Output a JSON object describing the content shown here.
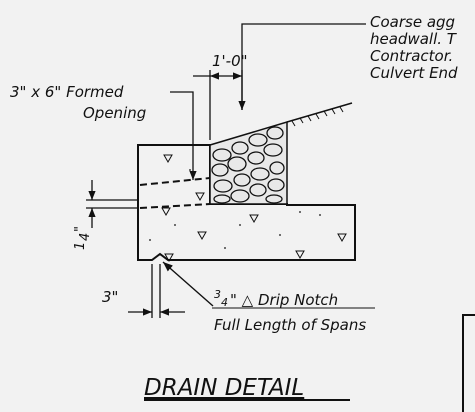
{
  "notes": {
    "coarse_aggregate_lines": [
      "Coarse agg",
      "headwall. T",
      "Contractor.",
      "Culvert End"
    ]
  },
  "labels": {
    "formed_opening_line1": "3\" x 6\" Formed",
    "formed_opening_line2": "Opening",
    "dim_top": "1'-0\"",
    "dim_vertical_num": "1",
    "dim_vertical_den": "4",
    "dim_vertical_unit": "\"",
    "dim_bottom": "3\"",
    "drip_num": "3",
    "drip_den": "4",
    "drip_text": "\" △ Drip Notch",
    "full_length": "Full Length of Spans"
  },
  "title": "DRAIN DETAIL",
  "colors": {
    "ink": "#111111",
    "paper": "#f2f2f2"
  }
}
